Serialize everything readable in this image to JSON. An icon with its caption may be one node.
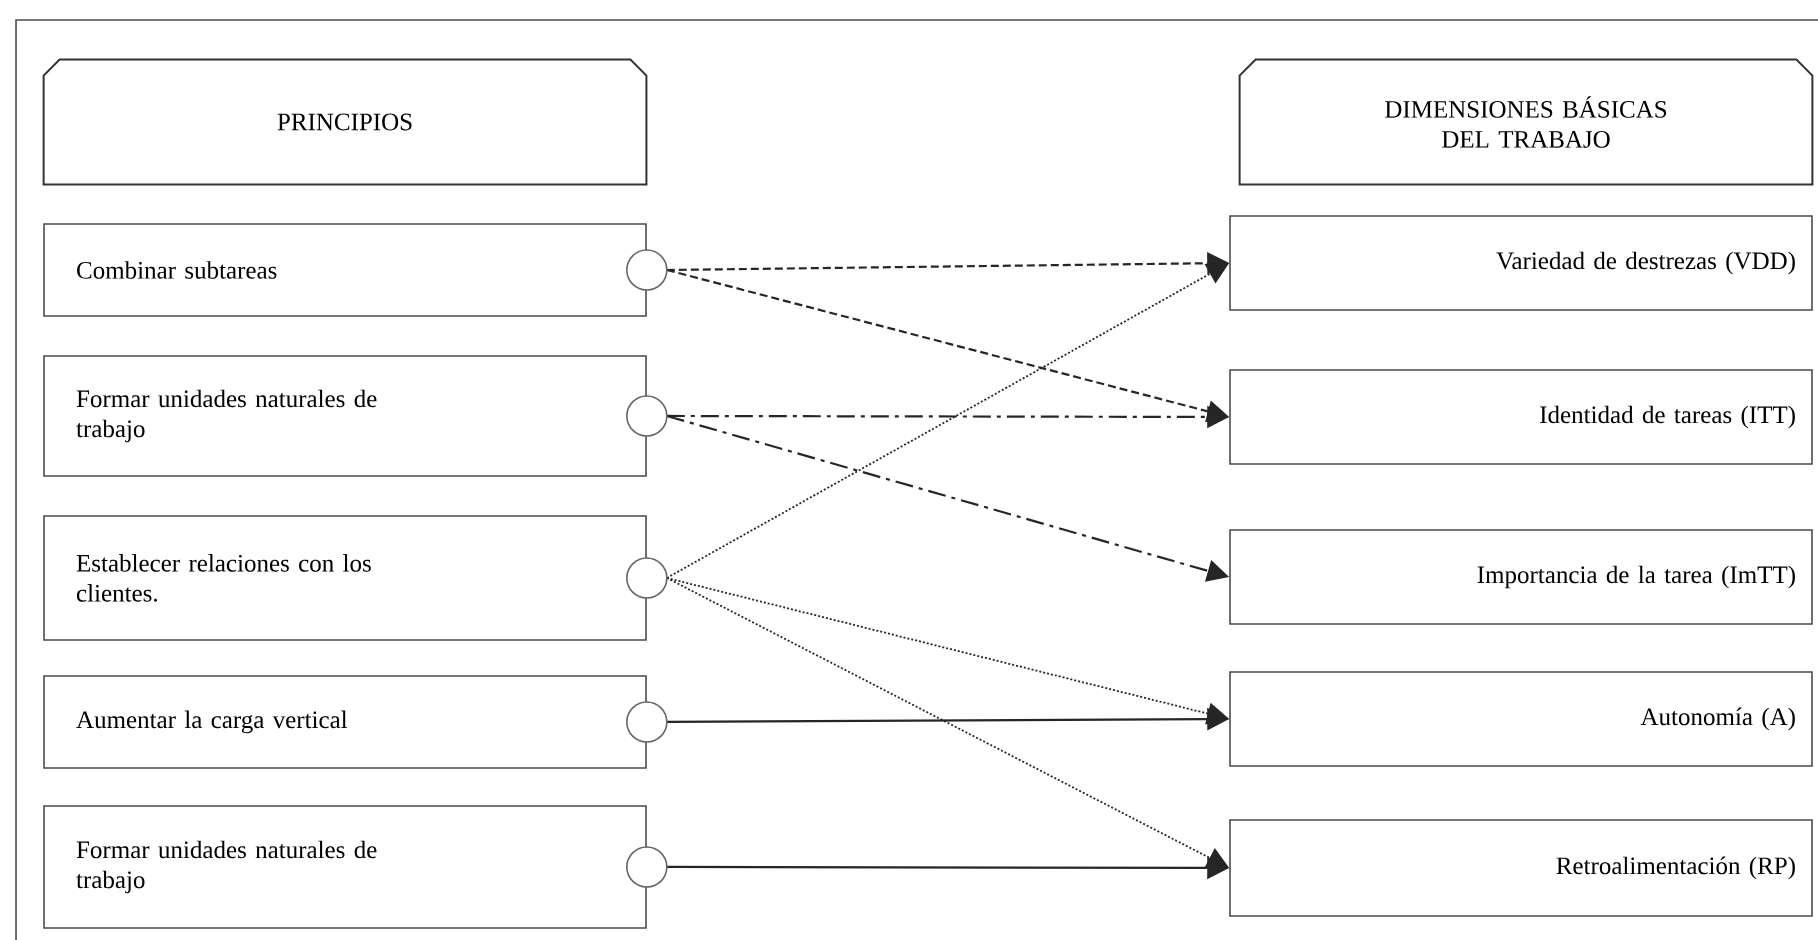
{
  "diagram": {
    "nodes": [
      {
        "text": [
          "PRINCIPIOS"
        ]
      },
      {
        "text": [
          "Combinar subtareas"
        ]
      },
      {
        "text": [
          "Formar unidades naturales de trabajo"
        ]
      },
      {
        "text": [
          "Establecer relaciones con los clientes."
        ]
      },
      {
        "text": [
          "Aumentar la carga vertical"
        ]
      },
      {
        "text": [
          "Formar unidades naturales de trabajo"
        ]
      },
      {
        "text": [
          "DIMENSIONES BÁSICAS DEL TRABAJO"
        ]
      },
      {
        "text": [
          "Variedad de destrezas (VDD)"
        ]
      },
      {
        "text": [
          "Identidad de tareas (ITT)"
        ]
      },
      {
        "text": [
          "Importancia de la tarea (ImTT)"
        ]
      },
      {
        "text": [
          "Autonomía (A)"
        ]
      },
      {
        "text": [
          "Retroalimentación (RP)"
        ]
      }
    ],
    "edges": [
      {
        "from": 1,
        "to": 7,
        "arrow": "to",
        "style": "dashed"
      },
      {
        "from": 1,
        "to": 8,
        "arrow": "to",
        "style": "dashed"
      },
      {
        "from": 2,
        "to": 8,
        "arrow": "to",
        "style": "dashed"
      },
      {
        "from": 2,
        "to": 9,
        "arrow": "to",
        "style": "dashed"
      },
      {
        "from": 3,
        "to": 7,
        "arrow": "to",
        "style": "dashed"
      },
      {
        "from": 3,
        "to": 10,
        "arrow": "to",
        "style": "dashed"
      },
      {
        "from": 3,
        "to": 11,
        "arrow": "to",
        "style": "dashed"
      },
      {
        "from": 4,
        "to": 10,
        "arrow": "to"
      },
      {
        "from": 5,
        "to": 11,
        "arrow": "to"
      }
    ]
  }
}
